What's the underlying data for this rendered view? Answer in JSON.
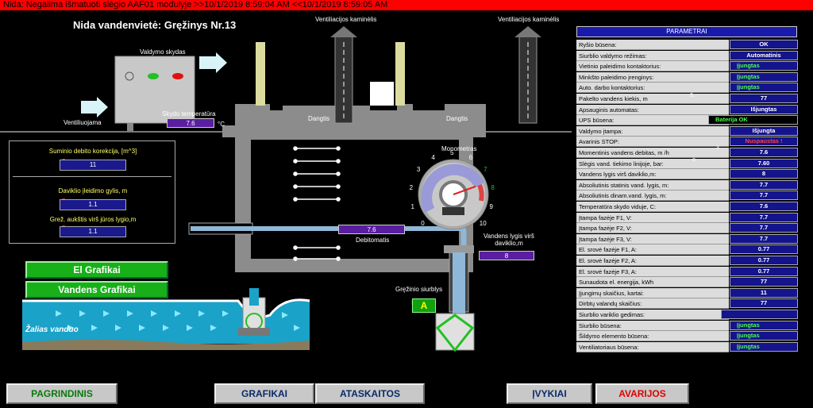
{
  "alarm_bar": "Nida: Negalima išmatuoti slėgio AAF01 modulyje >>10/1/2019 8:59:04 AM <<10/1/2019 8:59:05 AM",
  "title": "Nida vandenvietė: Gręžinys Nr.13",
  "labels": {
    "control_panel": "Valdymo skydas",
    "ventilated": "Ventiliuojama",
    "panel_temp": "Skydo temperatūra",
    "vent_chimney_left": "Ventiliacijos kaminėlis",
    "vent_chimney_right": "Ventiliacijos kaminėlis",
    "lid_left": "Dangtis",
    "lid_right": "Dangtis",
    "manometer": "Monometras",
    "debitometer": "Debitomatis",
    "water_level_above": "Vandens lygis virš daviklio,m",
    "well_pump": "Gręžinio siurblys",
    "green_water": "Žalias vanduo"
  },
  "values": {
    "panel_temp": "7.6",
    "panel_temp_unit": "°C",
    "debit": "7.6",
    "water_level": "8"
  },
  "left_panel": {
    "total_flow_label": "Suminio debito korekcija, [m^3]",
    "total_flow_value": "11",
    "depth_label": "Daviklio įleidimo gylis, m",
    "depth_value": "1.1",
    "height_label": "Grež. aukštis virš jūros lygio,m",
    "height_value": "1.1"
  },
  "gauge": {
    "ticks": [
      "0",
      "1",
      "2",
      "3",
      "4",
      "5",
      "6",
      "7",
      "8",
      "9",
      "10"
    ],
    "value": 7.6
  },
  "pump_badge": "A",
  "charts_buttons": {
    "el": "El Grafikai",
    "water": "Vandens Grafikai"
  },
  "parameters": {
    "title": "PARAMETRAI",
    "rows": [
      {
        "label": "Ryšio būsena:",
        "value": "OK",
        "style": "normal"
      },
      {
        "label": "Siurblio valdymo režimas:",
        "value": "Automatinis",
        "style": "normal"
      },
      {
        "label": "Vietinio paleidimo kontaktorius:",
        "value": "Įjungtas",
        "style": "green"
      },
      {
        "label": "Minkšto paleidimo įrenginys:",
        "value": "Įjungtas",
        "style": "green"
      },
      {
        "label": "Auto. darbo kontaktorius:",
        "value": "Įjungtas",
        "style": "green"
      },
      {
        "label": "Pakelto vandens kiekis, m",
        "value": "77",
        "style": "normal"
      },
      {
        "label": "Apsauginis automatas:",
        "value": "Išjungtas",
        "style": "normal"
      },
      {
        "label": "UPS būsena:",
        "value": "Baterija OK",
        "style": "green"
      },
      {
        "label": "Valdymo įtampa:",
        "value": "Išjungta",
        "style": "normal"
      },
      {
        "label": "Avarinis STOP:",
        "value": "Nuspaustas !",
        "style": "red"
      },
      {
        "label": "Momentinis vandens debitas, m /h",
        "value": "7.6",
        "style": "normal"
      },
      {
        "label": "Slėgis vand. tiekimo linijoje, bar:",
        "value": "7.60",
        "style": "normal"
      },
      {
        "label": "Vandens lygis virš daviklio,m:",
        "value": "8",
        "style": "normal"
      },
      {
        "label": "Absoliutinis statinis vand. lygis, m:",
        "value": "7.7",
        "style": "normal"
      },
      {
        "label": "Absoliutinis dinam.vand. lygis, m:",
        "value": "7.7",
        "style": "normal"
      },
      {
        "label": "Temperatūra skydo viduje, C:",
        "value": "7.6",
        "style": "normal"
      },
      {
        "label": "Įtampa fazėje F1, V:",
        "value": "7.7",
        "style": "normal"
      },
      {
        "label": "Įtampa fazėje F2, V:",
        "value": "7.7",
        "style": "normal"
      },
      {
        "label": "Įtampa fazėje F3, V:",
        "value": "7.7",
        "style": "normal"
      },
      {
        "label": "El. srovė fazėje F1, A:",
        "value": "0.77",
        "style": "normal"
      },
      {
        "label": "El. srovė fazėje F2, A:",
        "value": "0.77",
        "style": "normal"
      },
      {
        "label": "El. srovė fazėje F3, A:",
        "value": "0.77",
        "style": "normal"
      },
      {
        "label": "Sunaudota el. energija, kWh",
        "value": "77",
        "style": "normal"
      },
      {
        "label": "Įjungimų skaičius, kartai:",
        "value": "11",
        "style": "normal"
      },
      {
        "label": "Dirbtų valandų skaičius:",
        "value": "77",
        "style": "normal"
      },
      {
        "label": "Siurblio variklio gedimas:",
        "value": "",
        "style": "normal"
      },
      {
        "label": "Siurblio būsena:",
        "value": "Įjungtas",
        "style": "green"
      },
      {
        "label": "Šildymo elemento būsena:",
        "value": "Įjungtas",
        "style": "green"
      },
      {
        "label": "Ventiliatoriaus būsena:",
        "value": "Įjungtas",
        "style": "green"
      }
    ],
    "superscript_3a": "3",
    "superscript_3b": "3",
    "degree": "o"
  },
  "nav": {
    "main": "PAGRINDINIS",
    "charts": "GRAFIKAI",
    "reports": "ATASKAITOS",
    "events": "ĮVYKIAI",
    "alarms": "AVARIJOS"
  },
  "colors": {
    "alarm": "#ff0000",
    "nav_green": "#0a7a0a",
    "nav_blue": "#0a2a6a",
    "nav_red": "#e00000"
  }
}
